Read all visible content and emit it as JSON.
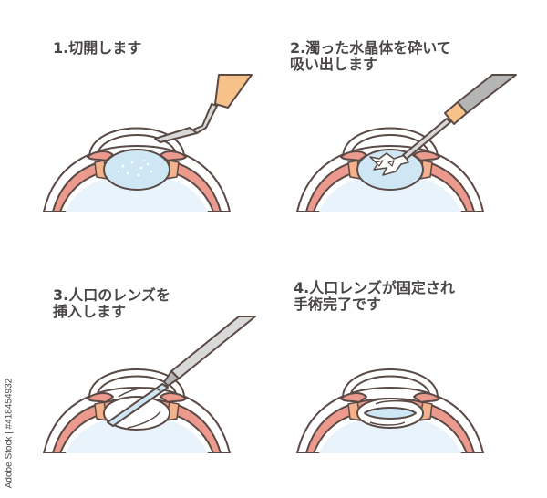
{
  "steps": [
    {
      "number": "1",
      "title": "1.切開します",
      "instrument": "scalpel",
      "lens_state": "cloudy"
    },
    {
      "number": "2",
      "title": "2.濁った水晶体を砕いて\n吸い出します",
      "instrument": "phaco-probe",
      "lens_state": "fragmented"
    },
    {
      "number": "3",
      "title": "3.人口のレンズを\n挿入します",
      "instrument": "injector",
      "lens_state": "iol-inserting"
    },
    {
      "number": "4",
      "title": "4.人口レンズが固定され\n手術完了です",
      "instrument": "none",
      "lens_state": "iol-fixed"
    }
  ],
  "watermark": {
    "text": "Adobe Stock | #418454932"
  },
  "colors": {
    "outline": "#5a4a46",
    "text": "#4a4645",
    "muscle": "#ec9a8e",
    "muscle_stripe": "#f4b28c",
    "lens": "#cfe7f5",
    "vitreous": "#e8f3fb",
    "handle_orange": "#f7c18a",
    "handle_gray": "#b5b5b5",
    "metal": "#d9d9d9"
  }
}
